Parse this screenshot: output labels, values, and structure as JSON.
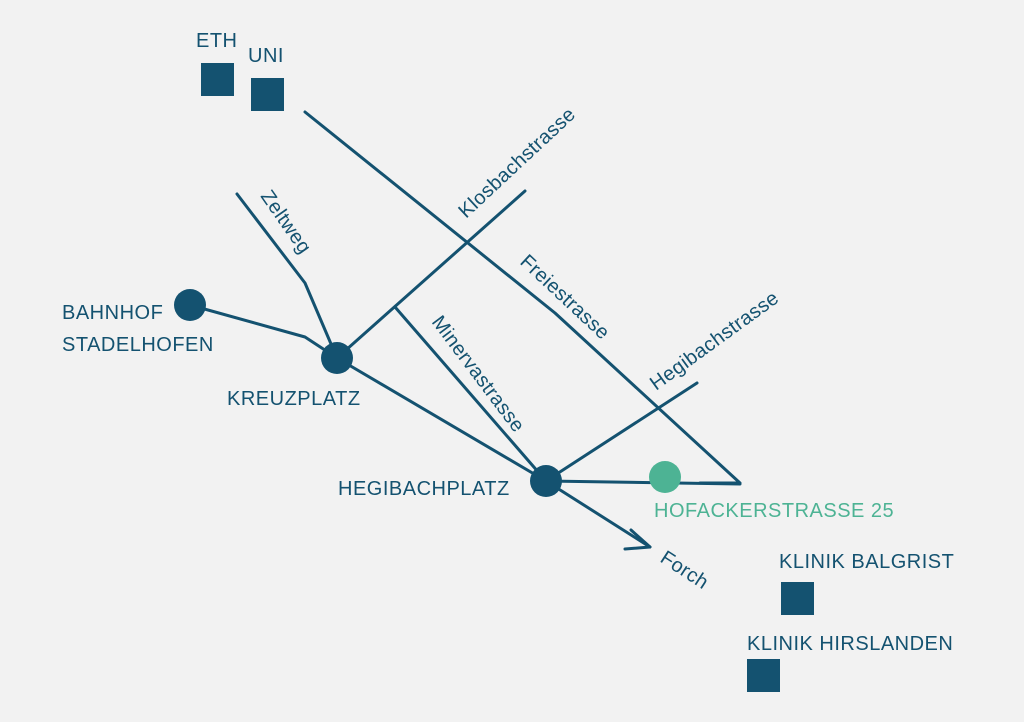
{
  "colors": {
    "background": "#f2f2f2",
    "roads": "#145270",
    "destination": "#4db394"
  },
  "landmarks": {
    "eth": "ETH",
    "uni": "UNI",
    "klinik_balgrist": "KLINIK BALGRIST",
    "klinik_hirslanden": "KLINIK HIRSLANDEN"
  },
  "stops": {
    "bahnhof_line1": "BAHNHOF",
    "bahnhof_line2": "STADELHOFEN",
    "kreuzplatz": "KREUZPLATZ",
    "hegibachplatz": "HEGIBACHPLATZ"
  },
  "streets": {
    "zeltweg": "Zeltweg",
    "klosbachstrasse": "Klosbachstrasse",
    "freiestrasse": "Freiestrasse",
    "minervastrasse": "Minervastrasse",
    "hegibachstrasse": "Hegibachstrasse",
    "forch": "Forch"
  },
  "destination": {
    "address": "HOFACKERSTRASSE 25"
  }
}
